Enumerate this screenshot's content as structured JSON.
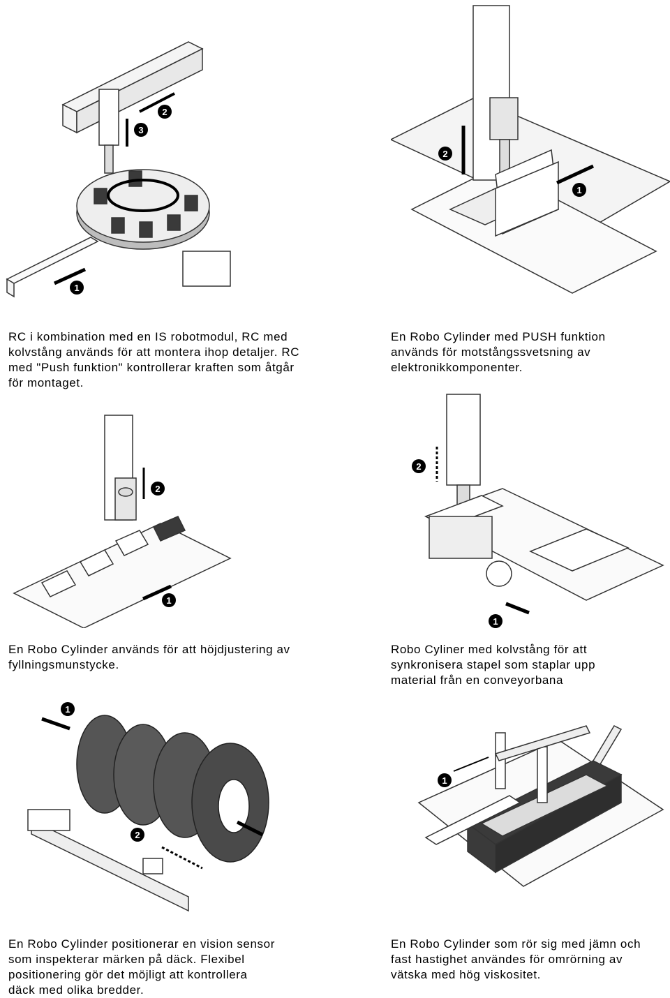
{
  "captions": [
    "RC i kombination med en IS robotmodul, RC med\nkolvstång används för att montera ihop detaljer. RC\nmed \"Push funktion\" kontrollerar kraften som åtgår\nför montaget.",
    "En Robo Cylinder med PUSH funktion\nanvänds för motstångssvetsning av\nelektronikkomponenter.",
    "En Robo Cylinder används för att höjdjustering av\nfyllningsmunstycke.",
    "Robo Cyliner med kolvstång för att\nsynkronisera stapel som staplar upp\nmaterial från en conveyorbana",
    "En Robo Cylinder positionerar en vision sensor\nsom inspekterar märken på däck. Flexibel\npositionering gör det möjligt att kontrollera\ndäck med olika bredder.",
    "En Robo Cylinder som rör sig med jämn och\nfast hastighet användes för omrörning av\nvätska med hög viskositet."
  ],
  "markers": {
    "one": "1",
    "two": "2",
    "three": "3"
  },
  "colors": {
    "ink": "#000000",
    "line": "#333333",
    "fill_light": "#f2f2f2",
    "fill_mid": "#bdbdbd",
    "fill_dark": "#3a3a3a"
  }
}
